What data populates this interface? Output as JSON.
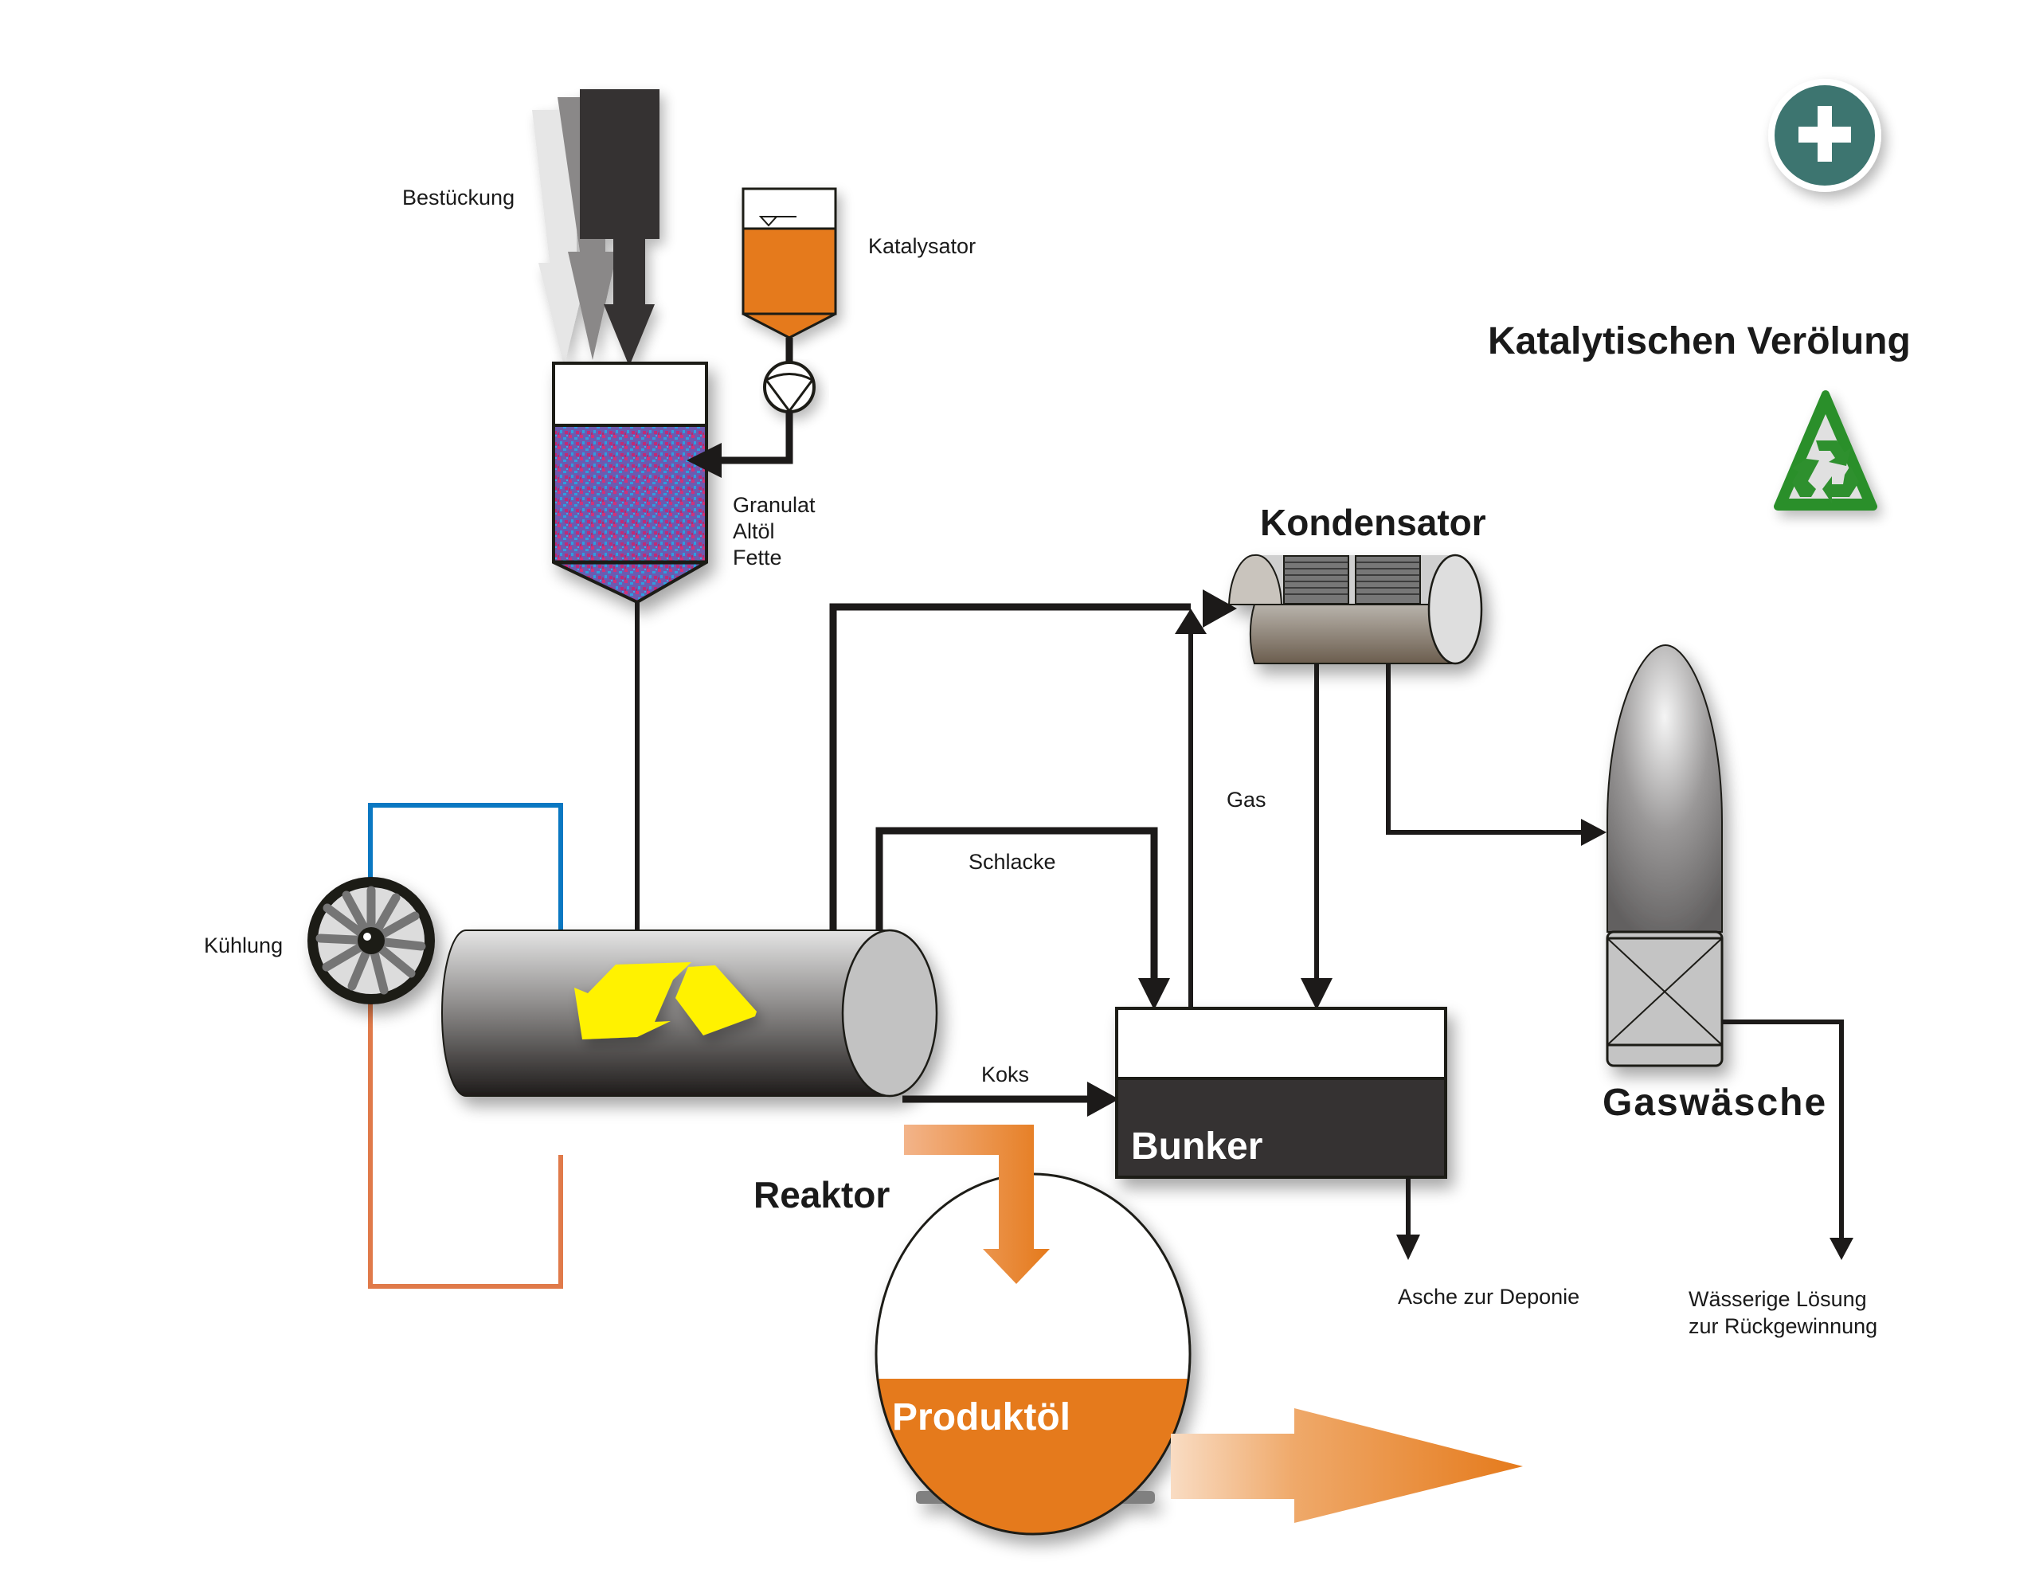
{
  "title": "Katalytischen Verölung",
  "icons": {
    "add": "plus-icon",
    "recycle": "recycle-warning-icon"
  },
  "colors": {
    "oil_orange": "#e57a1b",
    "coolant_blue": "#0a78c2",
    "coolant_return": "#e07a4a",
    "pipe_black": "#1c1a19",
    "bunker_dark": "#363230",
    "teal_button": "#3d7570",
    "recycle_green": "#2b8f2b",
    "flake_yellow": "#fff200"
  },
  "labels": {
    "bestueckung": "Bestückung",
    "katalysator": "Katalysator",
    "feed_lines": [
      "Granulat",
      "Altöl",
      "Fette"
    ],
    "kuehlung": "Kühlung",
    "reaktor": "Reaktor",
    "kondensator": "Kondensator",
    "gas": "Gas",
    "schlacke": "Schlacke",
    "koks": "Koks",
    "bunker": "Bunker",
    "gaswaesche": "Gaswäsche",
    "asche": "Asche zur Deponie",
    "waessrig_lines": [
      "Wässerige Lösung",
      "zur Rückgewinnung"
    ],
    "produktoel": "Produktöl"
  }
}
